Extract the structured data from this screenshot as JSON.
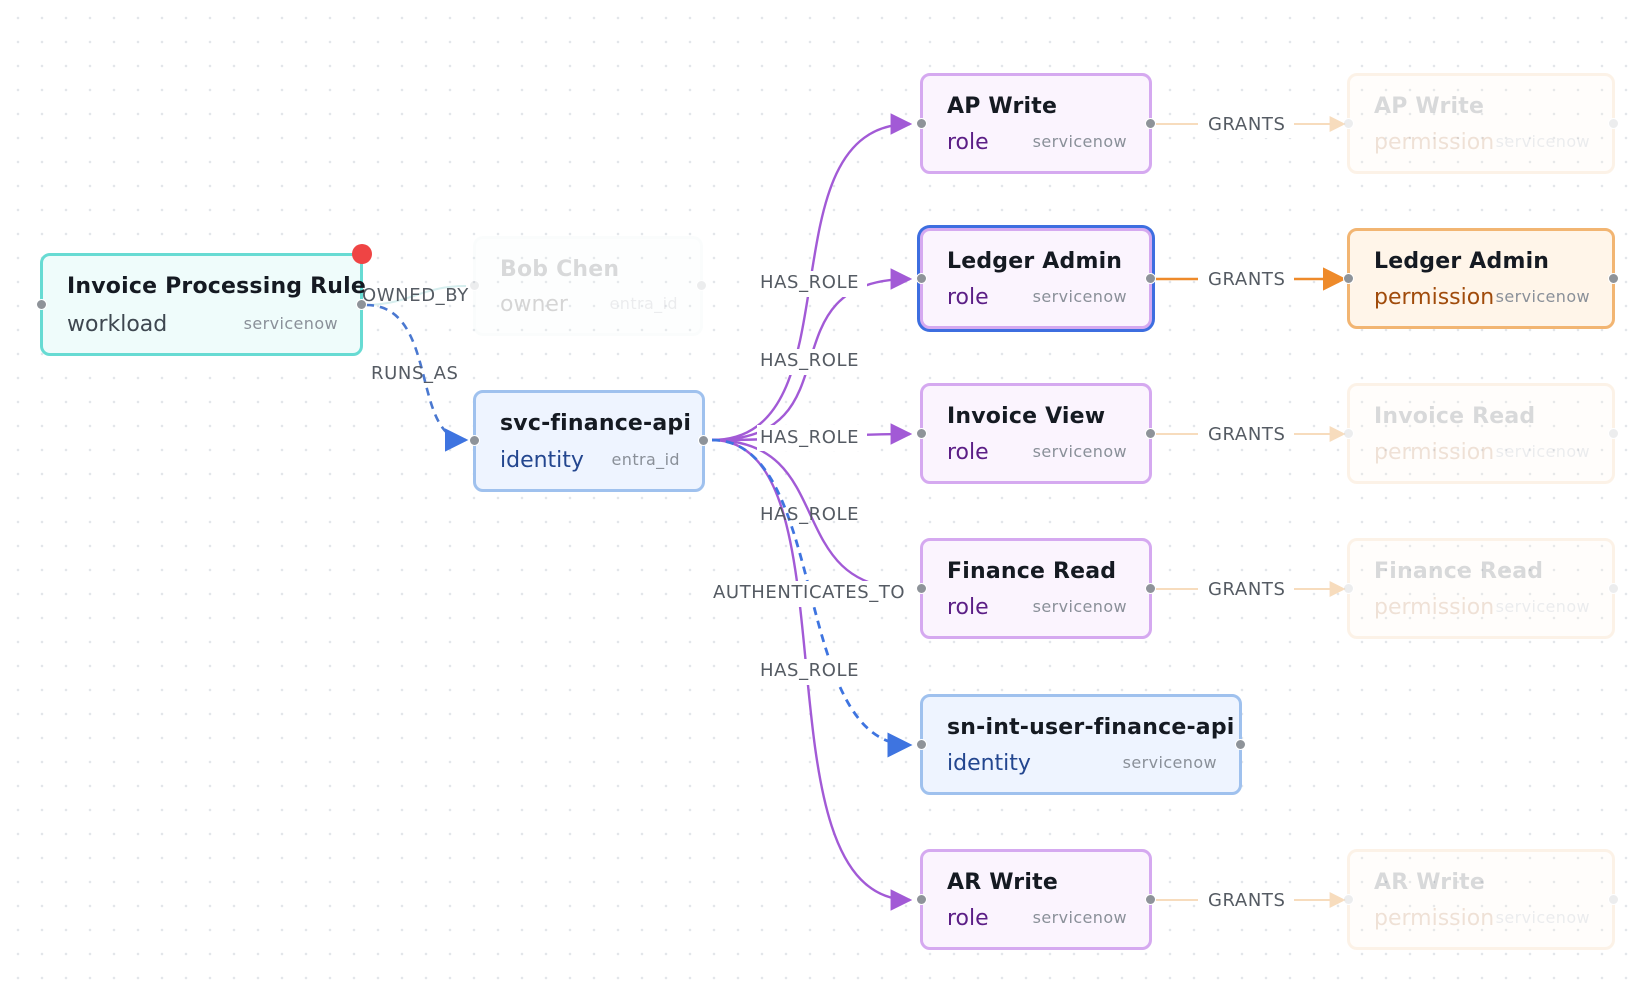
{
  "nodes": {
    "invoice_processing_rule": {
      "title": "Invoice Processing Rule",
      "type": "workload",
      "source": "servicenow"
    },
    "bob_chen": {
      "title": "Bob Chen",
      "type": "owner",
      "source": "entra_id"
    },
    "svc_finance_api": {
      "title": "svc-finance-api",
      "type": "identity",
      "source": "entra_id"
    },
    "ap_write_role": {
      "title": "AP Write",
      "type": "role",
      "source": "servicenow"
    },
    "ledger_admin_role": {
      "title": "Ledger Admin",
      "type": "role",
      "source": "servicenow"
    },
    "invoice_view_role": {
      "title": "Invoice View",
      "type": "role",
      "source": "servicenow"
    },
    "finance_read_role": {
      "title": "Finance Read",
      "type": "role",
      "source": "servicenow"
    },
    "sn_int_user": {
      "title": "sn-int-user-finance-api",
      "type": "identity",
      "source": "servicenow"
    },
    "ar_write_role": {
      "title": "AR Write",
      "type": "role",
      "source": "servicenow"
    },
    "ap_write_perm": {
      "title": "AP Write",
      "type": "permission",
      "source": "servicenow"
    },
    "ledger_admin_perm": {
      "title": "Ledger Admin",
      "type": "permission",
      "source": "servicenow"
    },
    "invoice_read_perm": {
      "title": "Invoice Read",
      "type": "permission",
      "source": "servicenow"
    },
    "finance_read_perm": {
      "title": "Finance Read",
      "type": "permission",
      "source": "servicenow"
    },
    "ar_write_perm": {
      "title": "AR Write",
      "type": "permission",
      "source": "servicenow"
    }
  },
  "edges": {
    "owned_by": "OWNED_BY",
    "runs_as": "RUNS_AS",
    "has_role_1": "HAS_ROLE",
    "has_role_2": "HAS_ROLE",
    "has_role_3": "HAS_ROLE",
    "has_role_4": "HAS_ROLE",
    "authenticates_to": "AUTHENTICATES_TO",
    "has_role_5": "HAS_ROLE",
    "grants_1": "GRANTS",
    "grants_2": "GRANTS",
    "grants_3": "GRANTS",
    "grants_4": "GRANTS",
    "grants_5": "GRANTS"
  },
  "colors": {
    "has_role_edge": "#a25ad6",
    "runs_as_edge": "#4a78d0",
    "grants_active_edge": "#ee8a2a",
    "grants_faded_edge": "#f7dcbd",
    "alert": "#ef4444",
    "selected": "#3d6ee0"
  }
}
